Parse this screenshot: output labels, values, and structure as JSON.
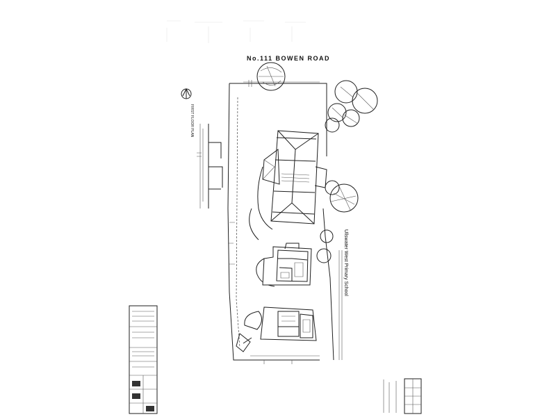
{
  "plan": {
    "road_name": "No.111  BOWEN ROAD",
    "school_label": "Ullswater West Primary School",
    "floor_plan_label": "FIRST FLOOR PLAN",
    "north_arrow": "north-arrow-icon",
    "colors": {
      "ink": "#1e1e1e",
      "paper": "#ffffff"
    }
  }
}
